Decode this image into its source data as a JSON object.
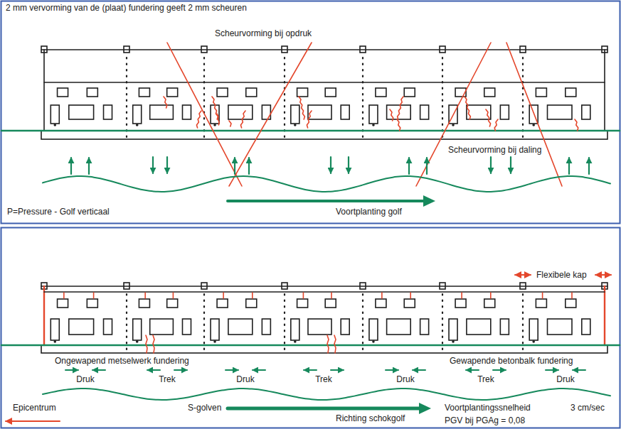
{
  "diagram": {
    "labels": [
      "2 mm vervorming van de (plaat) fundering geeft 2 mm scheuren",
      "Scheurvorming bij opdruk",
      "Scheurvorming bij daling",
      "P=Pressure - Golf verticaal",
      "Voortplanting golf",
      "Flexibele kap",
      "Ongewapend metselwerk fundering",
      "Gewapende betonbalk fundering",
      "Druk",
      "Trek",
      "Druk",
      "Trek",
      "Druk",
      "Trek",
      "Druk",
      "Epicentrum",
      "S-golven",
      "Richting schokgolf",
      "Voortplantingssnelheid",
      "3 cm/sec",
      "PGV bij PGAg = 0,08"
    ]
  }
}
